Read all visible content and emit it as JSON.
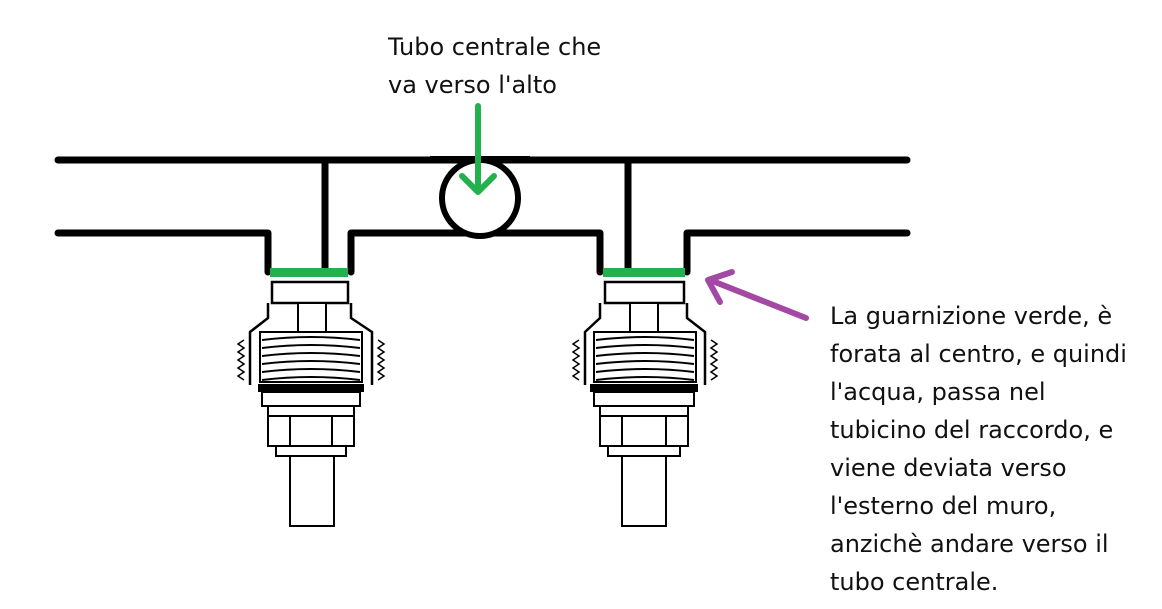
{
  "annotations": {
    "central_pipe_lines": [
      "Tubo centrale che",
      "va verso l'alto"
    ],
    "gasket_note_lines": [
      "La guarnizione verde, è",
      "forata al centro, e quindi",
      "l'acqua, passa nel",
      "tubicino del raccordo, e",
      "viene deviata verso",
      "l'esterno del muro,",
      "anzichè andare verso il",
      "tubo centrale."
    ]
  },
  "colors": {
    "line": "#000000",
    "gasket": "#22b14c",
    "pointer_green": "#22b14c",
    "pointer_purple": "#a349a4"
  }
}
